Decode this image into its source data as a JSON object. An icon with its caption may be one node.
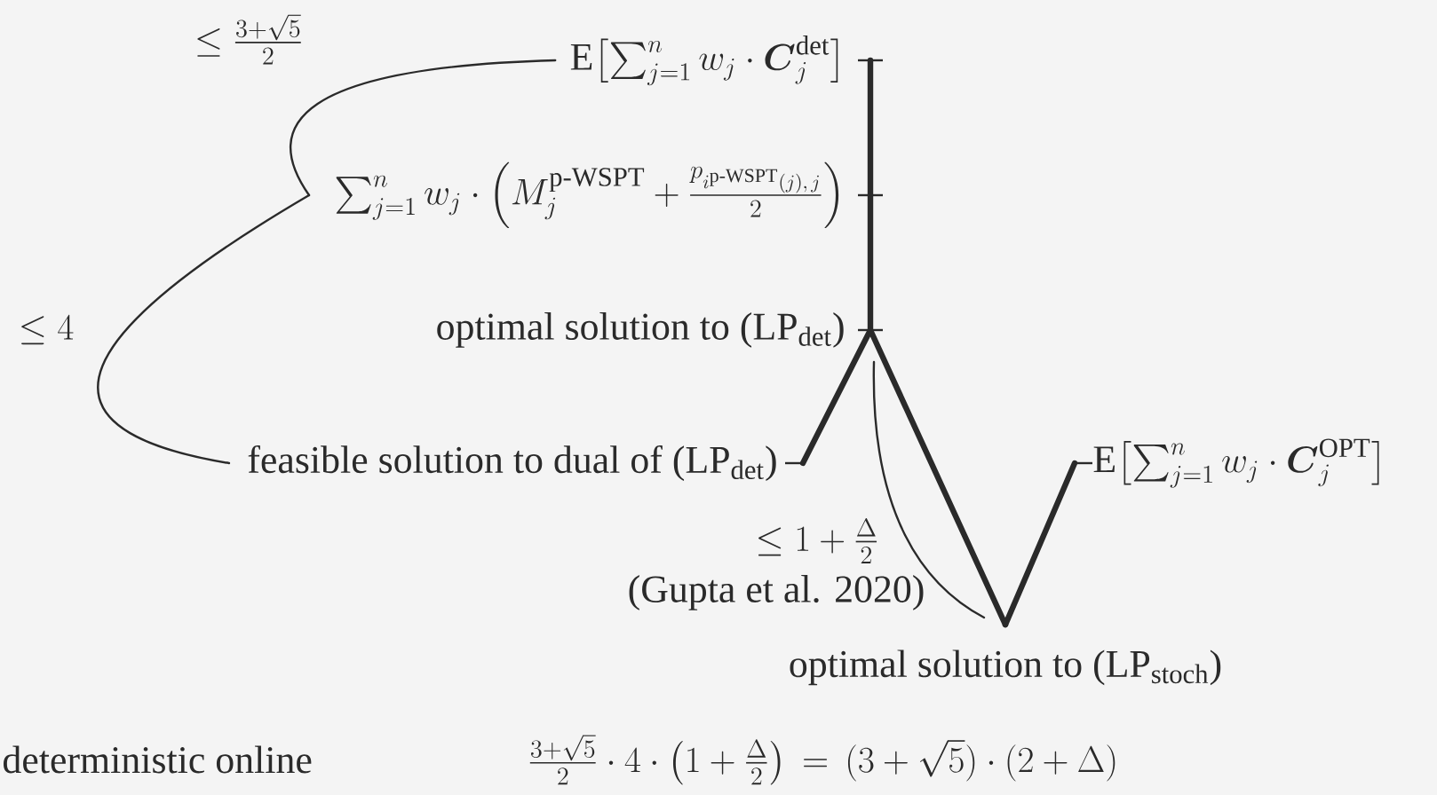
{
  "diagram": {
    "nodes": [
      {
        "text": [
          "\\mathrm{E}\\bigl[\\sum_{j=1}^{n} w_j\\cdot \\boldsymbol{C}_j^{\\mathrm{det}}\\bigr]"
        ]
      },
      {
        "text": [
          "\\sum_{j=1}^{n} w_j\\cdot\\left(M_j^{\\mathrm{p\\text{-}WSPT}}+\\frac{p_{i^{\\mathrm{p\\text{-}WSPT}}(j),\\,j}}{2}\\right)"
        ]
      },
      {
        "text": [
          "optimal solution to (LP$_{det}$)"
        ]
      },
      {
        "text": [
          "feasible solution to dual of (LP$_{det}$)"
        ]
      },
      {
        "text": [
          "\\mathrm{E}\\bigl[\\sum_{j=1}^{n} w_j\\cdot \\boldsymbol{C}_j^{\\mathrm{OPT}}\\bigr]"
        ]
      },
      {
        "text": [
          "optimal solution to (LP$_{stoch}$)"
        ]
      }
    ],
    "edges": [
      {
        "from": 0,
        "to": 1,
        "arrow": "none"
      },
      {
        "from": 1,
        "to": 2,
        "arrow": "none"
      },
      {
        "from": 2,
        "to": 3,
        "arrow": "none"
      },
      {
        "from": 2,
        "to": 5,
        "arrow": "none"
      },
      {
        "from": 5,
        "to": 4,
        "arrow": "none"
      },
      {
        "from": 0,
        "to": 1,
        "arrow": "none",
        "label": "\\le \\frac{3+\\sqrt{5}}{2}"
      },
      {
        "from": 1,
        "to": 3,
        "arrow": "none",
        "label": "\\le 4"
      },
      {
        "from": 2,
        "to": 5,
        "arrow": "none",
        "label": "\\le 1+\\frac{\\Delta}{2}"
      }
    ],
    "labels": [
      "(Gupta et al. 2020)",
      "deterministic online",
      "\\frac{3+\\sqrt{5}}{2}\\cdot 4\\cdot\\left(1+\\frac{\\Delta}{2}\\right)\\,=\\,(3+\\sqrt{5})\\cdot(2+\\Delta)"
    ]
  }
}
